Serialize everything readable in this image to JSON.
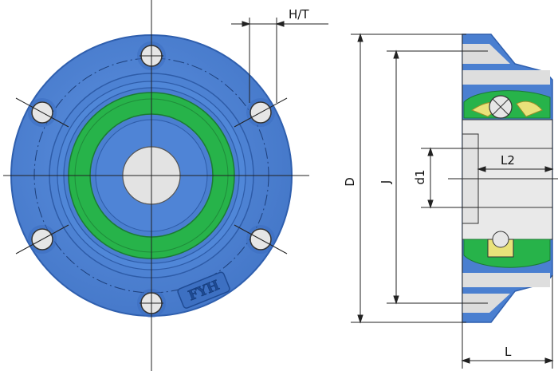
{
  "diagram": {
    "labels": {
      "ht": "H/T",
      "d_outer": "D",
      "j": "J",
      "d1": "d1",
      "l2": "L2",
      "l": "L"
    },
    "logo": "FYH",
    "colors": {
      "housing": "#4a7fd0",
      "housing_edge": "#2f5fae",
      "housing_face": "#5a8ede",
      "bearing_ring": "#27b34a",
      "bore": "#e3e3e3",
      "line": "#222222",
      "ball": "#e6e6e6",
      "seal": "#e9e27a"
    }
  }
}
